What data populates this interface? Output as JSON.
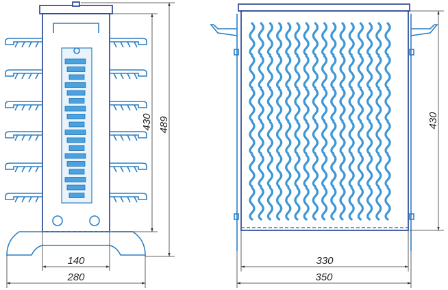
{
  "drawing": {
    "colors": {
      "part": "#2a7fc4",
      "frame": "#1d3c8a",
      "dimension": "#333333",
      "pattern": "#4aa3df"
    },
    "left_view": {
      "dims": {
        "width_inner": "140",
        "width_outer": "280",
        "height_inner": "430",
        "height_outer": "489"
      }
    },
    "right_view": {
      "dims": {
        "width_inner": "330",
        "width_outer": "350",
        "height": "430"
      }
    }
  }
}
